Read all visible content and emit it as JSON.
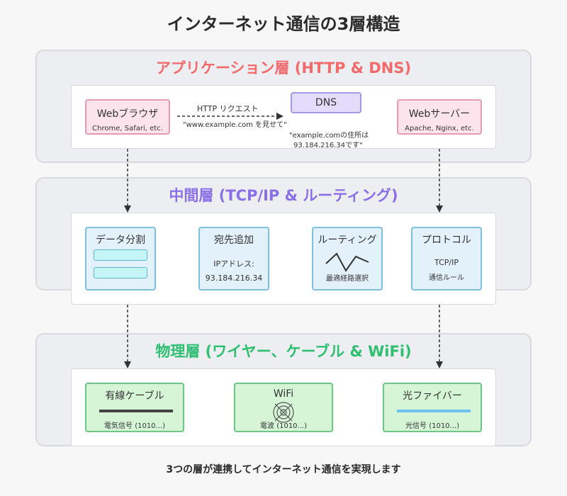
{
  "title": "インターネット通信の3層構造",
  "footer": "3つの層が連携してインターネット通信を実現します",
  "colors": {
    "app_title": "#f46a6a",
    "mid_title": "#8b6fe8",
    "phys_title": "#2fbf71"
  },
  "application": {
    "title": "アプリケーション層 (HTTP & DNS)",
    "browser": {
      "name": "Webブラウザ",
      "sub": "Chrome, Safari, etc."
    },
    "dns": {
      "name": "DNS"
    },
    "server": {
      "name": "Webサーバー",
      "sub": "Apache, Nginx, etc."
    },
    "request_label": "HTTP リクエスト",
    "request_note": "\"www.example.com を見せて\"",
    "dns_reply_line1": "\"example.comの住所は",
    "dns_reply_line2": "93.184.216.34です\""
  },
  "middle": {
    "title": "中間層 (TCP/IP & ルーティング)",
    "split": {
      "name": "データ分割"
    },
    "address": {
      "name": "宛先追加",
      "line1": "IPアドレス:",
      "line2": "93.184.216.34"
    },
    "routing": {
      "name": "ルーティング",
      "sub": "最適経路選択",
      "icon": "zigzag-route-icon"
    },
    "protocol": {
      "name": "プロトコル",
      "line1": "TCP/IP",
      "line2": "通信ルール"
    }
  },
  "physical": {
    "title": "物理層 (ワイヤー、ケーブル & WiFi)",
    "wired": {
      "name": "有線ケーブル",
      "sub": "電気信号 (1010...)",
      "color": "#444444"
    },
    "wifi": {
      "name": "WiFi",
      "sub": "電波 (1010...)",
      "icon": "wifi-antenna-icon"
    },
    "fiber": {
      "name": "光ファイバー",
      "sub": "光信号 (1010...)",
      "color": "#6ec1f0"
    }
  }
}
